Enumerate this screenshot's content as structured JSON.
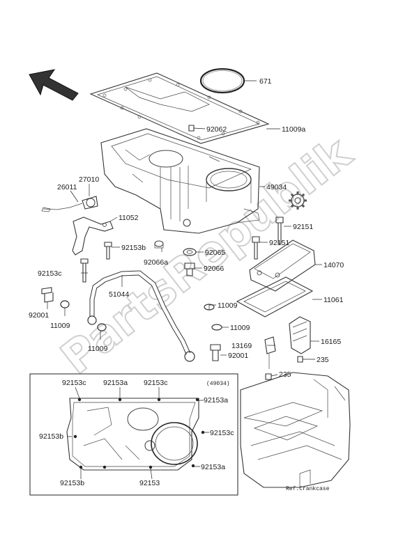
{
  "watermark": "PartsRepublik",
  "inset": {
    "ref_code": "(49034)",
    "labels": [
      "92153c",
      "92153a",
      "92153c",
      "92153a",
      "92153b",
      "92153c",
      "92153a",
      "92153b",
      "92153"
    ]
  },
  "ref_label": "Ref.Crankcase",
  "parts": {
    "p671": "671",
    "p11009a": "11009a",
    "p92062": "92062",
    "p27010": "27010",
    "p26011": "26011",
    "p49034": "49034",
    "p11052": "11052",
    "p92151a": "92151",
    "p92151b": "92151",
    "p92153b": "92153b",
    "p92066a": "92066a",
    "p92065": "92065",
    "p92066": "92066",
    "p14070": "14070",
    "p92153c": "92153c",
    "p51044": "51044",
    "p11061": "11061",
    "p92001a": "92001",
    "p11009a_left": "11009",
    "p11009b": "11009",
    "p11009c": "11009",
    "p11009d": "11009",
    "p13169": "13169",
    "p92001b": "92001",
    "p16165": "16165",
    "p235a": "235",
    "p235b": "235"
  }
}
